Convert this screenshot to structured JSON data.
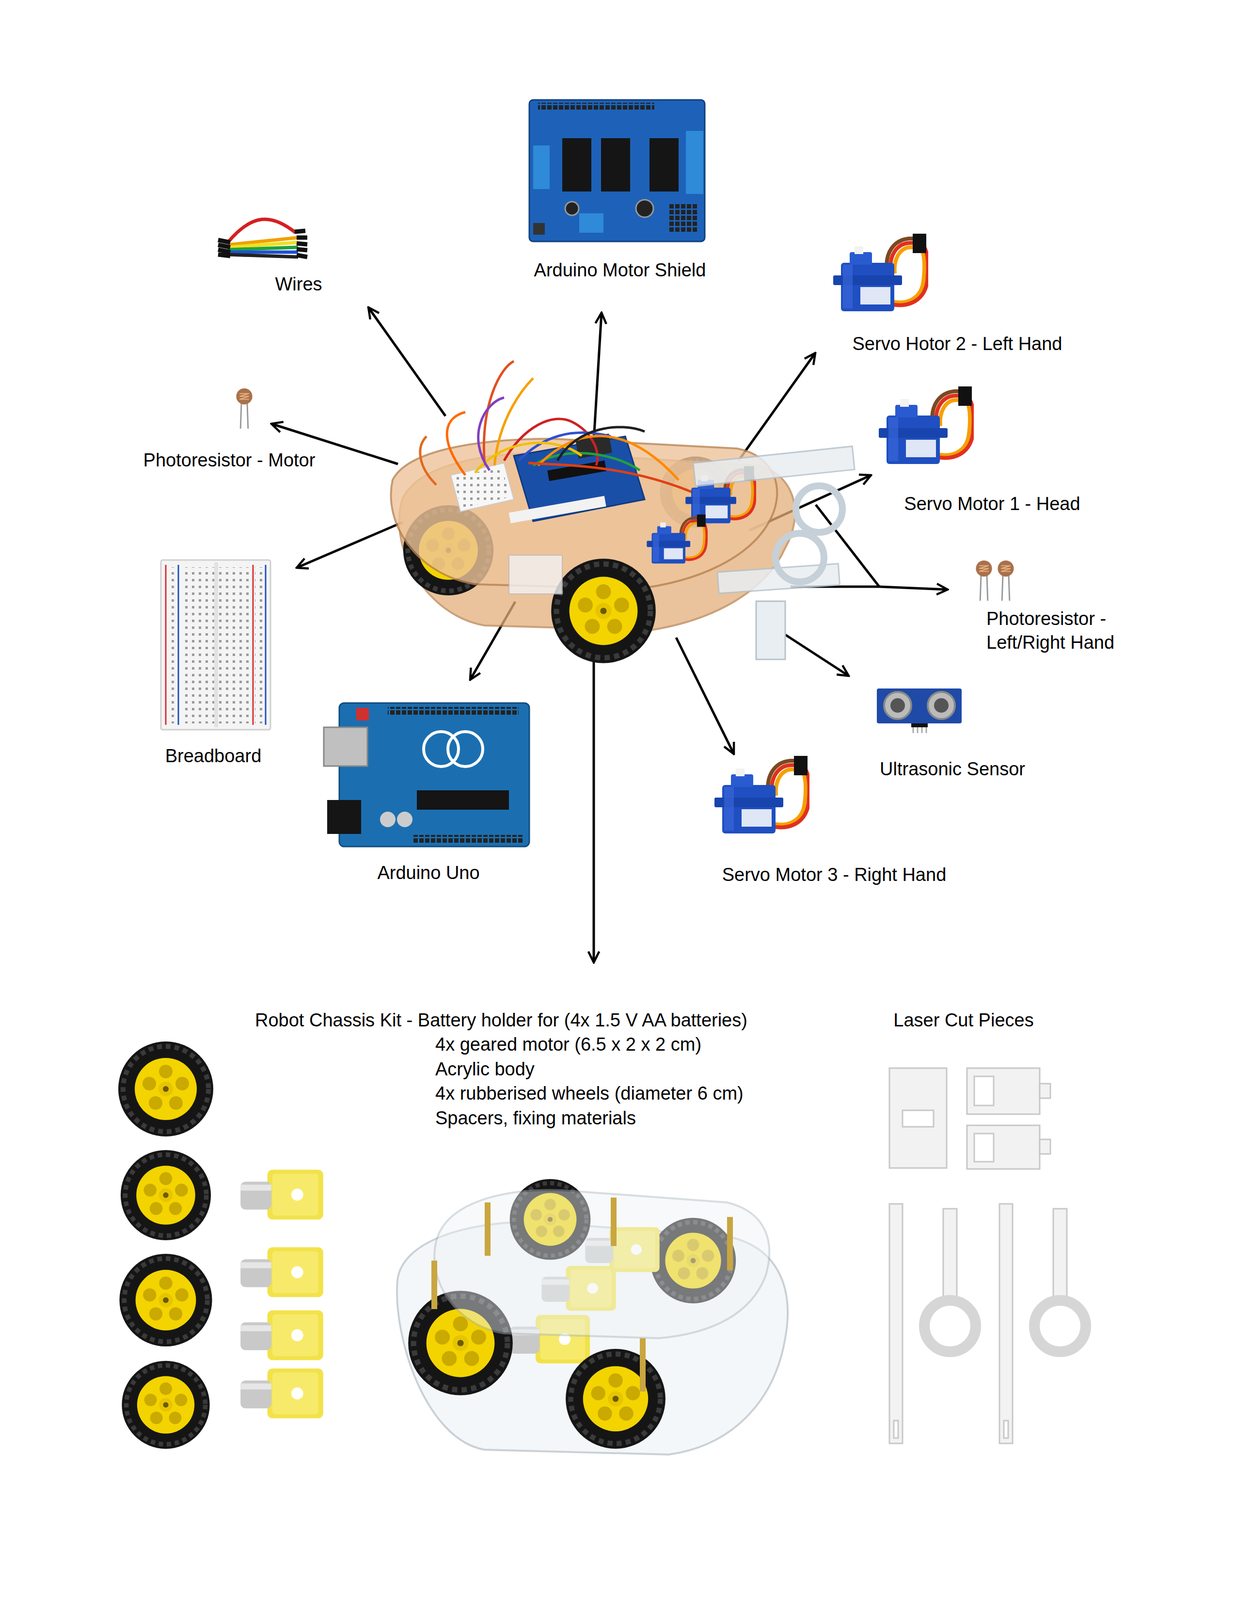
{
  "diagram": {
    "labels": [
      "Wires",
      "Arduino Motor Shield",
      "Servo Hotor 2 - Left Hand",
      "Photoresistor - Motor",
      "Servo Motor 1 - Head",
      "Photoresistor - Left/Right Hand",
      "Breadboard",
      "Ultrasonic Sensor",
      "Arduino Uno",
      "Servo Motor 3 - Right Hand",
      "Robot Chassis Kit - Battery holder for (4x 1.5 V AA batteries)",
      "4x geared motor (6.5 x 2 x 2 cm)",
      "Acrylic body",
      "4x rubberised wheels (diameter 6 cm)",
      "Spacers, fixing materials",
      "Laser Cut Pieces"
    ]
  }
}
